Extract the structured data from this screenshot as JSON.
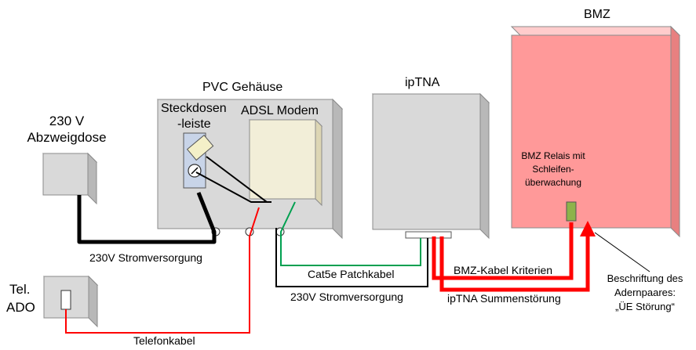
{
  "labels": {
    "bmz_title": "BMZ",
    "pvc_title": "PVC Gehäuse",
    "iptna_title": "ipTNA",
    "abzweigdose_line1": "230 V",
    "abzweigdose_line2": "Abzweigdose",
    "steckdosen_line1": "Steckdosen",
    "steckdosen_line2": "-leiste",
    "modem": "ADSL Modem",
    "tel_ado_line1": "Tel.",
    "tel_ado_line2": "ADO",
    "relais_line1": "BMZ Relais mit",
    "relais_line2": "Schleifen-",
    "relais_line3": "überwachung",
    "stromversorgung_left": "230V Stromversorgung",
    "patchkabel": "Cat5e Patchkabel",
    "stromversorgung_bottom": "230V Stromversorgung",
    "telefonkabel": "Telefonkabel",
    "bmz_kabel": "BMZ-Kabel Kriterien",
    "summenstoerung": "ipTNA Summenstörung",
    "beschriftung_line1": "Beschriftung des",
    "beschriftung_line2": "Adernpaares:",
    "beschriftung_line3": "„ÜE Störung“"
  },
  "colors": {
    "box_front": "#d9d9d9",
    "box_top": "#ececec",
    "box_side": "#b8b8b8",
    "modem_front": "#f2eed8",
    "bmz_front": "#ff9999",
    "relais": "#8db34a",
    "cable_black": "#000000",
    "cable_red": "#ff0000",
    "cable_green": "#00a050"
  }
}
